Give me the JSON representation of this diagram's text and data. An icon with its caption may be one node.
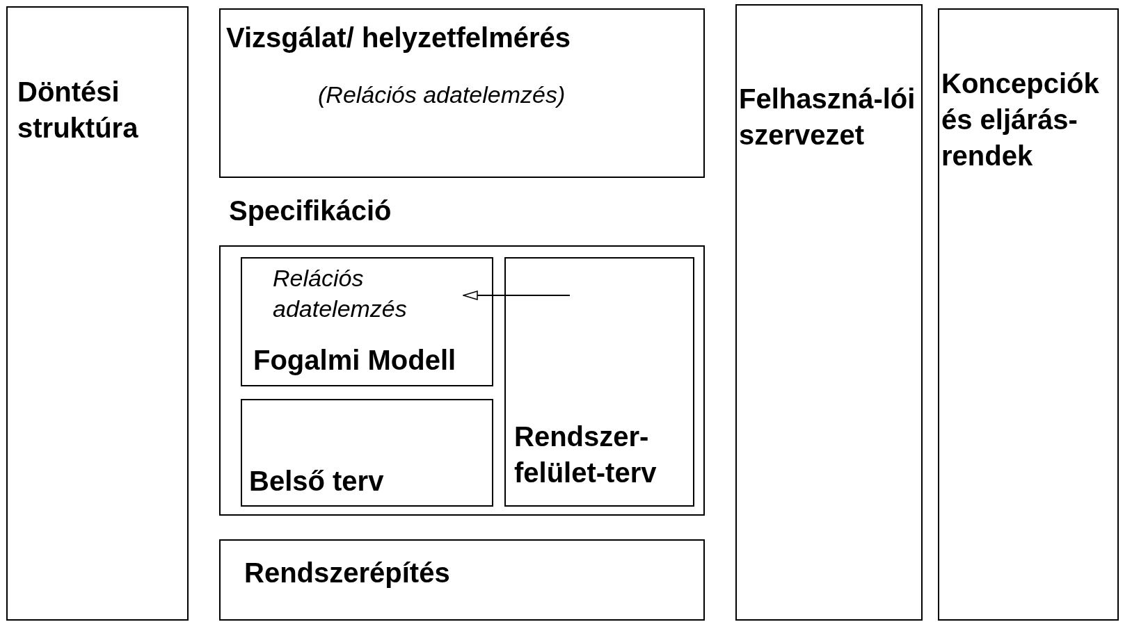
{
  "diagram": {
    "nodes": [
      {
        "text": [
          "Döntési struktúra"
        ]
      },
      {
        "text": [
          "Vizsgálat/ helyzetfelmérés",
          "(Relációs adatelemzés)"
        ]
      },
      {
        "text": [
          "Specifikáció"
        ]
      },
      {
        "text": [
          "Relációs adatelemzés",
          "Fogalmi Modell"
        ],
        "in": 2
      },
      {
        "text": [
          "Belső terv"
        ],
        "in": 2
      },
      {
        "text": [
          "Rendszer-felület-terv"
        ],
        "in": 2
      },
      {
        "text": [
          "Rendszerépítés"
        ]
      },
      {
        "text": [
          "Felhaszná-lói szervezet"
        ]
      },
      {
        "text": [
          "Koncepciók és eljárás-rendek"
        ]
      }
    ],
    "edges": [
      {
        "from": 5,
        "to": 3,
        "arrow": "to"
      }
    ]
  }
}
